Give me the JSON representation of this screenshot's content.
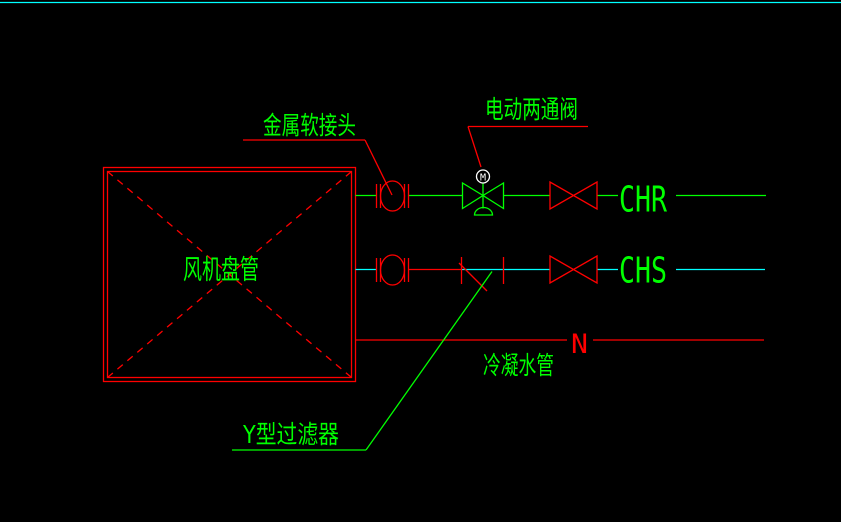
{
  "drawing": {
    "description_labels": {
      "flexible_joint": "金属软接头",
      "two_way_valve": "电动两通阀",
      "fan_coil_unit": "风机盘管",
      "y_strainer": "Y型过滤器",
      "condensate_pipe": "冷凝水管"
    },
    "pipe_tags": {
      "chr": "CHR",
      "chs": "CHS",
      "n": "N"
    },
    "motor_letter": "M",
    "pipes": [
      {
        "tag": "CHR",
        "color": "#00ff00"
      },
      {
        "tag": "CHS",
        "color": "#00ffff"
      },
      {
        "tag": "N",
        "color": "#ff0000"
      }
    ],
    "colors": {
      "background": "#000000",
      "red": "#ff0000",
      "green": "#00ff00",
      "cyan": "#00ffff",
      "white": "#ffffff"
    }
  }
}
